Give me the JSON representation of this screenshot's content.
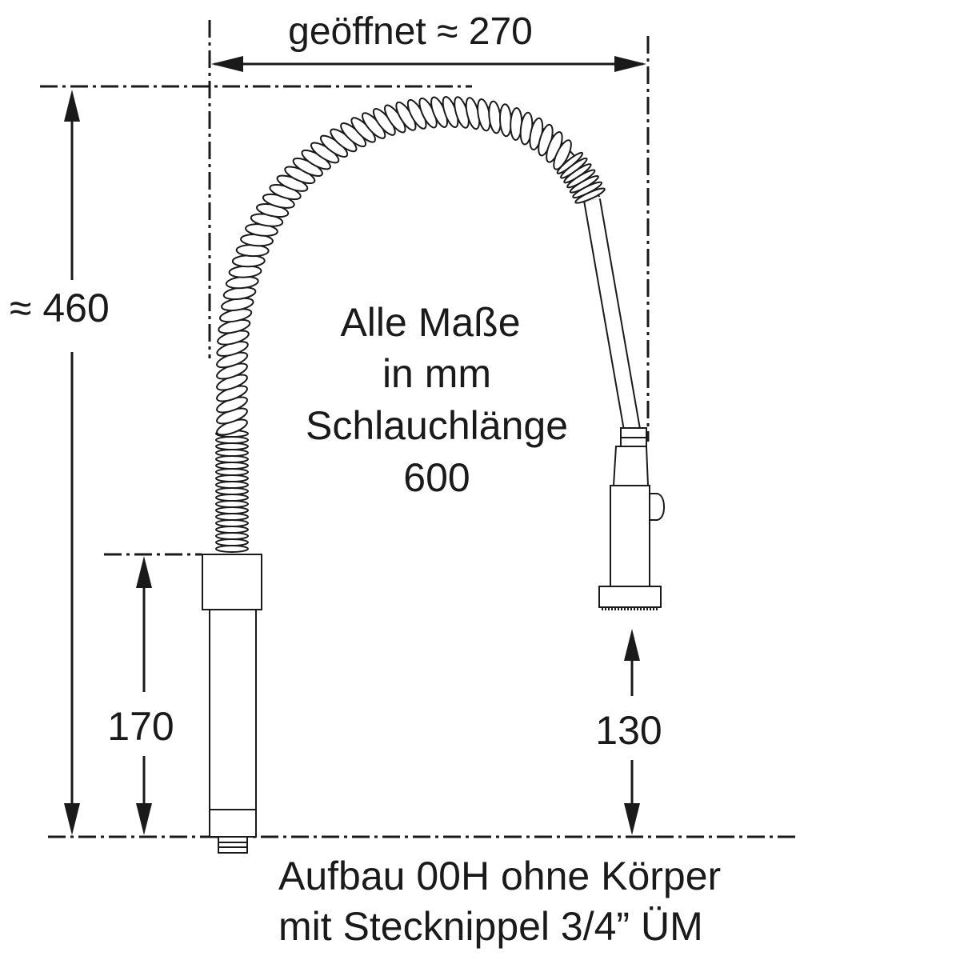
{
  "dimensions": {
    "opened_width": "geöffnet ≈ 270",
    "total_height": "≈ 460",
    "base_height": "170",
    "head_height": "130"
  },
  "notes": {
    "line1": "Alle Maße",
    "line2": "in mm",
    "line3": "Schlauchlänge",
    "line4": "600"
  },
  "caption": {
    "line1": "Aufbau 00H ohne Körper",
    "line2": "mit Stecknippel 3/4” ÜM"
  }
}
